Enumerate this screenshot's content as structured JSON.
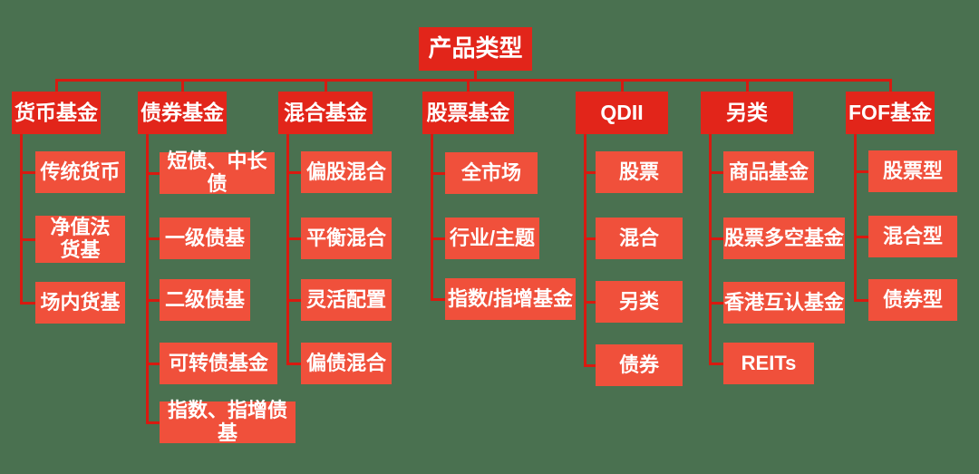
{
  "colors": {
    "background": "#4a7150",
    "header_bg": "#e2251a",
    "child_bg": "#f0503b",
    "line": "#d81a10",
    "text": "#ffffff"
  },
  "tree": {
    "root": "产品类型",
    "columns": [
      {
        "label": "货币基金",
        "children": [
          "传统货币",
          "净值法\n货基",
          "场内货基"
        ]
      },
      {
        "label": "债券基金",
        "children": [
          "短债、中长债",
          "一级债基",
          "二级债基",
          "可转债基金",
          "指数、指增债基"
        ]
      },
      {
        "label": "混合基金",
        "children": [
          "偏股混合",
          "平衡混合",
          "灵活配置",
          "偏债混合"
        ]
      },
      {
        "label": "股票基金",
        "children": [
          "全市场",
          "行业/主题",
          "指数/指增基金"
        ]
      },
      {
        "label": "QDII",
        "children": [
          "股票",
          "混合",
          "另类",
          "债券"
        ]
      },
      {
        "label": "另类",
        "children": [
          "商品基金",
          "股票多空基金",
          "香港互认基金",
          "REITs"
        ]
      },
      {
        "label": "FOF基金",
        "children": [
          "股票型",
          "混合型",
          "债券型"
        ]
      }
    ]
  }
}
